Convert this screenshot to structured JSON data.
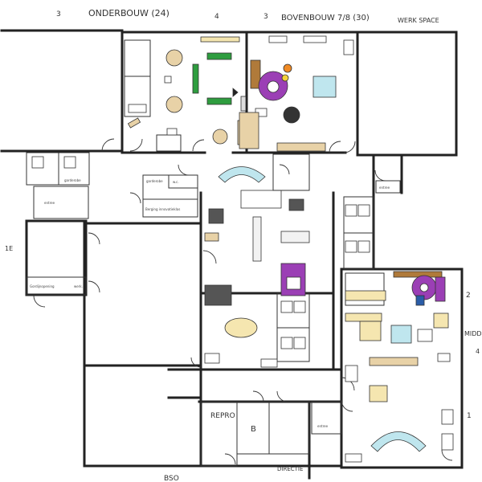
{
  "labels": {
    "onderbouw": "ONDERBOUW (24)",
    "bovenbouw": "BOVENBOUW 7/8 (30)",
    "num3a": "3",
    "num4": "4",
    "num3b": "3",
    "werkspace": "WERK SPACE",
    "garderobe_left": "garderobe",
    "entree_left": "entree",
    "garderobe_mid": "garderobe",
    "wc": "w.c.",
    "berging_inn": "Berging innovatieklas",
    "gordijnopening": "Gordijnopening",
    "werkplaats": "werk.",
    "entree_right": "entree",
    "repro": "REPRO",
    "directie": "DIRECTIE",
    "bso": "BSO",
    "entree_bottom": "entree",
    "num2": "2",
    "num1": "1",
    "middenbouw": "MIDDEN",
    "num41": "4",
    "leftmark": "1E",
    "b_label": "B"
  },
  "colors": {
    "line": "#222222",
    "green": "#2e9d3f",
    "purple": "#9b3fb5",
    "teal": "#bfe6ee",
    "tan": "#e8d2a7",
    "brown": "#8a5a2b",
    "dark": "#333333",
    "orange": "#f08a24",
    "yellow": "#f5d23a"
  }
}
